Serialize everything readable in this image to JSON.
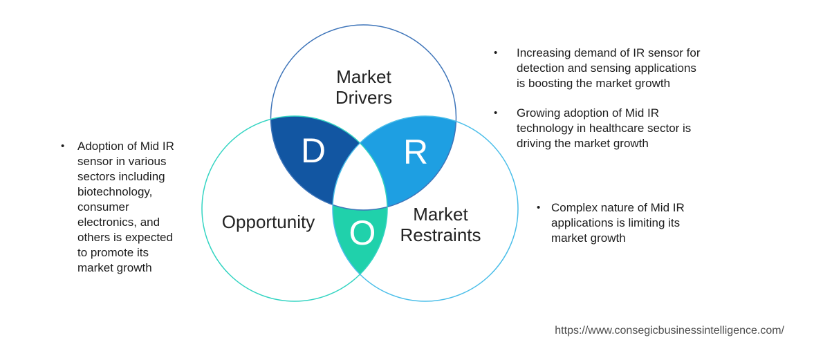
{
  "colors": {
    "d_lens": "#1256A2",
    "r_lens": "#1E9FE2",
    "o_lens": "#20D1AB",
    "drivers_outline": "#3D74B9",
    "opportunity_outline": "#33D4C2",
    "restraints_outline": "#4ABEE9"
  },
  "venn": {
    "drivers_label": "Market\nDrivers",
    "restraints_label": "Market\nRestraints",
    "opportunity_label": "Opportunity",
    "d_letter": "D",
    "r_letter": "R",
    "o_letter": "O"
  },
  "bullets": {
    "marker": "•",
    "opportunity_note": "Adoption of Mid IR\nsensor in various\nsectors including\nbiotechnology,\nconsumer\nelectronics, and\nothers is expected\nto promote its\nmarket growth",
    "driver_note_1": "Increasing demand of IR sensor for\ndetection and sensing applications\nis boosting the market growth",
    "driver_note_2": "Growing adoption of Mid IR\ntechnology in healthcare sector is\ndriving the market growth",
    "restraint_note": "Complex nature of Mid IR\napplications is limiting its\nmarket growth"
  },
  "footer": {
    "website_url": "https://www.consegicbusinessintelligence.com/"
  }
}
